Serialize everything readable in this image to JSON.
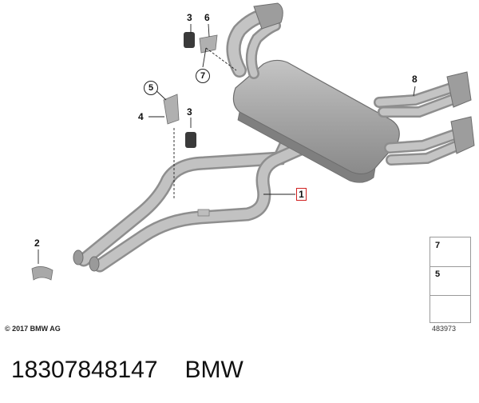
{
  "diagram": {
    "callouts": [
      {
        "id": "c3a",
        "label": "3"
      },
      {
        "id": "c6",
        "label": "6"
      },
      {
        "id": "c7",
        "label": "7"
      },
      {
        "id": "c5",
        "label": "5"
      },
      {
        "id": "c4",
        "label": "4"
      },
      {
        "id": "c3b",
        "label": "3"
      },
      {
        "id": "c8",
        "label": "8"
      },
      {
        "id": "c1",
        "label": "1"
      },
      {
        "id": "c2",
        "label": "2"
      }
    ],
    "legend": [
      {
        "label": "7",
        "icon": "hex-nut-icon"
      },
      {
        "label": "5",
        "icon": "hex-bolt-icon"
      }
    ],
    "copyright": "© 2017 BMW AG",
    "image_id": "483973"
  },
  "footer": {
    "part_number": "18307848147",
    "brand": "BMW"
  },
  "colors": {
    "pipe": "#b9b9b9",
    "pipe_dark": "#8e8e8e",
    "muffler": "#a9a9a9",
    "highlight_box": "#d02020"
  }
}
